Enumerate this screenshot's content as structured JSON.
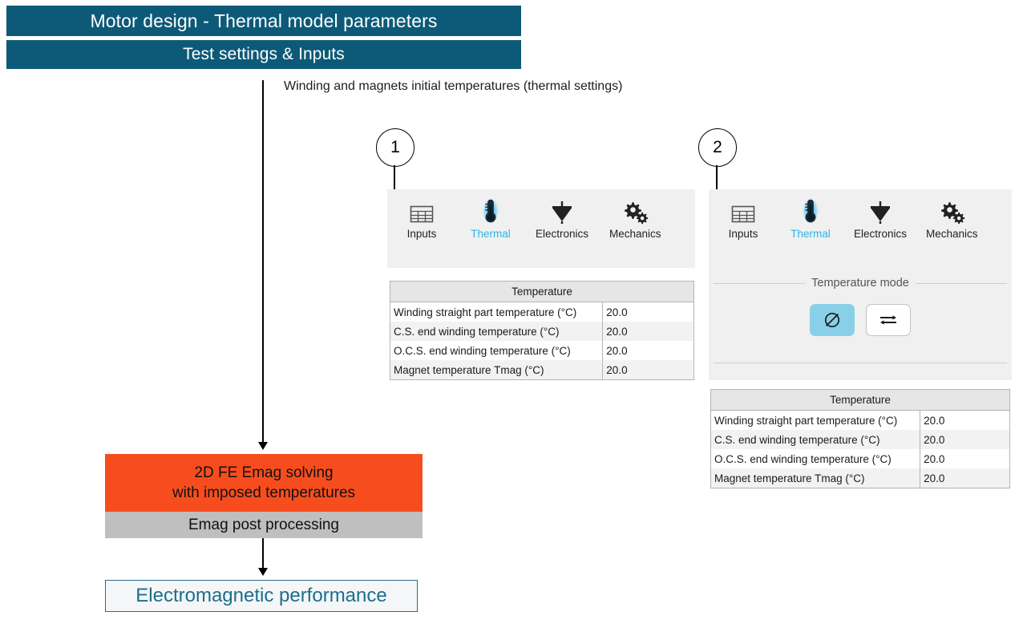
{
  "header": {
    "title": "Motor design - Thermal model parameters",
    "subtitle": "Test settings & Inputs",
    "bar_color": "#0d5a78"
  },
  "annotation": {
    "note": "Winding and magnets initial temperatures (thermal settings)",
    "callout_1": "1",
    "callout_2": "2"
  },
  "flow": {
    "solving_line1": "2D FE Emag solving",
    "solving_line2": "with imposed temperatures",
    "solving_color": "#f74d1e",
    "post_processing": "Emag post processing",
    "post_color": "#bfbfbf",
    "performance": "Electromagnetic performance",
    "performance_color": "#1d6e8c"
  },
  "ribbon": {
    "items": [
      {
        "label": "Inputs",
        "icon": "table-grid-icon",
        "active": false
      },
      {
        "label": "Thermal",
        "icon": "thermometer-icon",
        "active": true
      },
      {
        "label": "Electronics",
        "icon": "diode-icon",
        "active": false
      },
      {
        "label": "Mechanics",
        "icon": "gears-icon",
        "active": false
      }
    ],
    "active_color": "#29b6e8"
  },
  "temperature_mode": {
    "legend": "Temperature mode",
    "buttons": [
      {
        "icon": "diameter-average-icon",
        "glyph": "Ø",
        "selected": true
      },
      {
        "icon": "exchange-arrows-icon",
        "glyph": "⇄",
        "selected": false
      }
    ],
    "selected_color": "#88d0e8"
  },
  "table": {
    "header": "Temperature",
    "rows": [
      {
        "label": "Winding straight part temperature (°C)",
        "value": "20.0"
      },
      {
        "label": "C.S. end winding temperature (°C)",
        "value": "20.0"
      },
      {
        "label": "O.C.S. end winding temperature (°C)",
        "value": "20.0"
      },
      {
        "label": "Magnet temperature Tmag (°C)",
        "value": "20.0"
      }
    ]
  }
}
